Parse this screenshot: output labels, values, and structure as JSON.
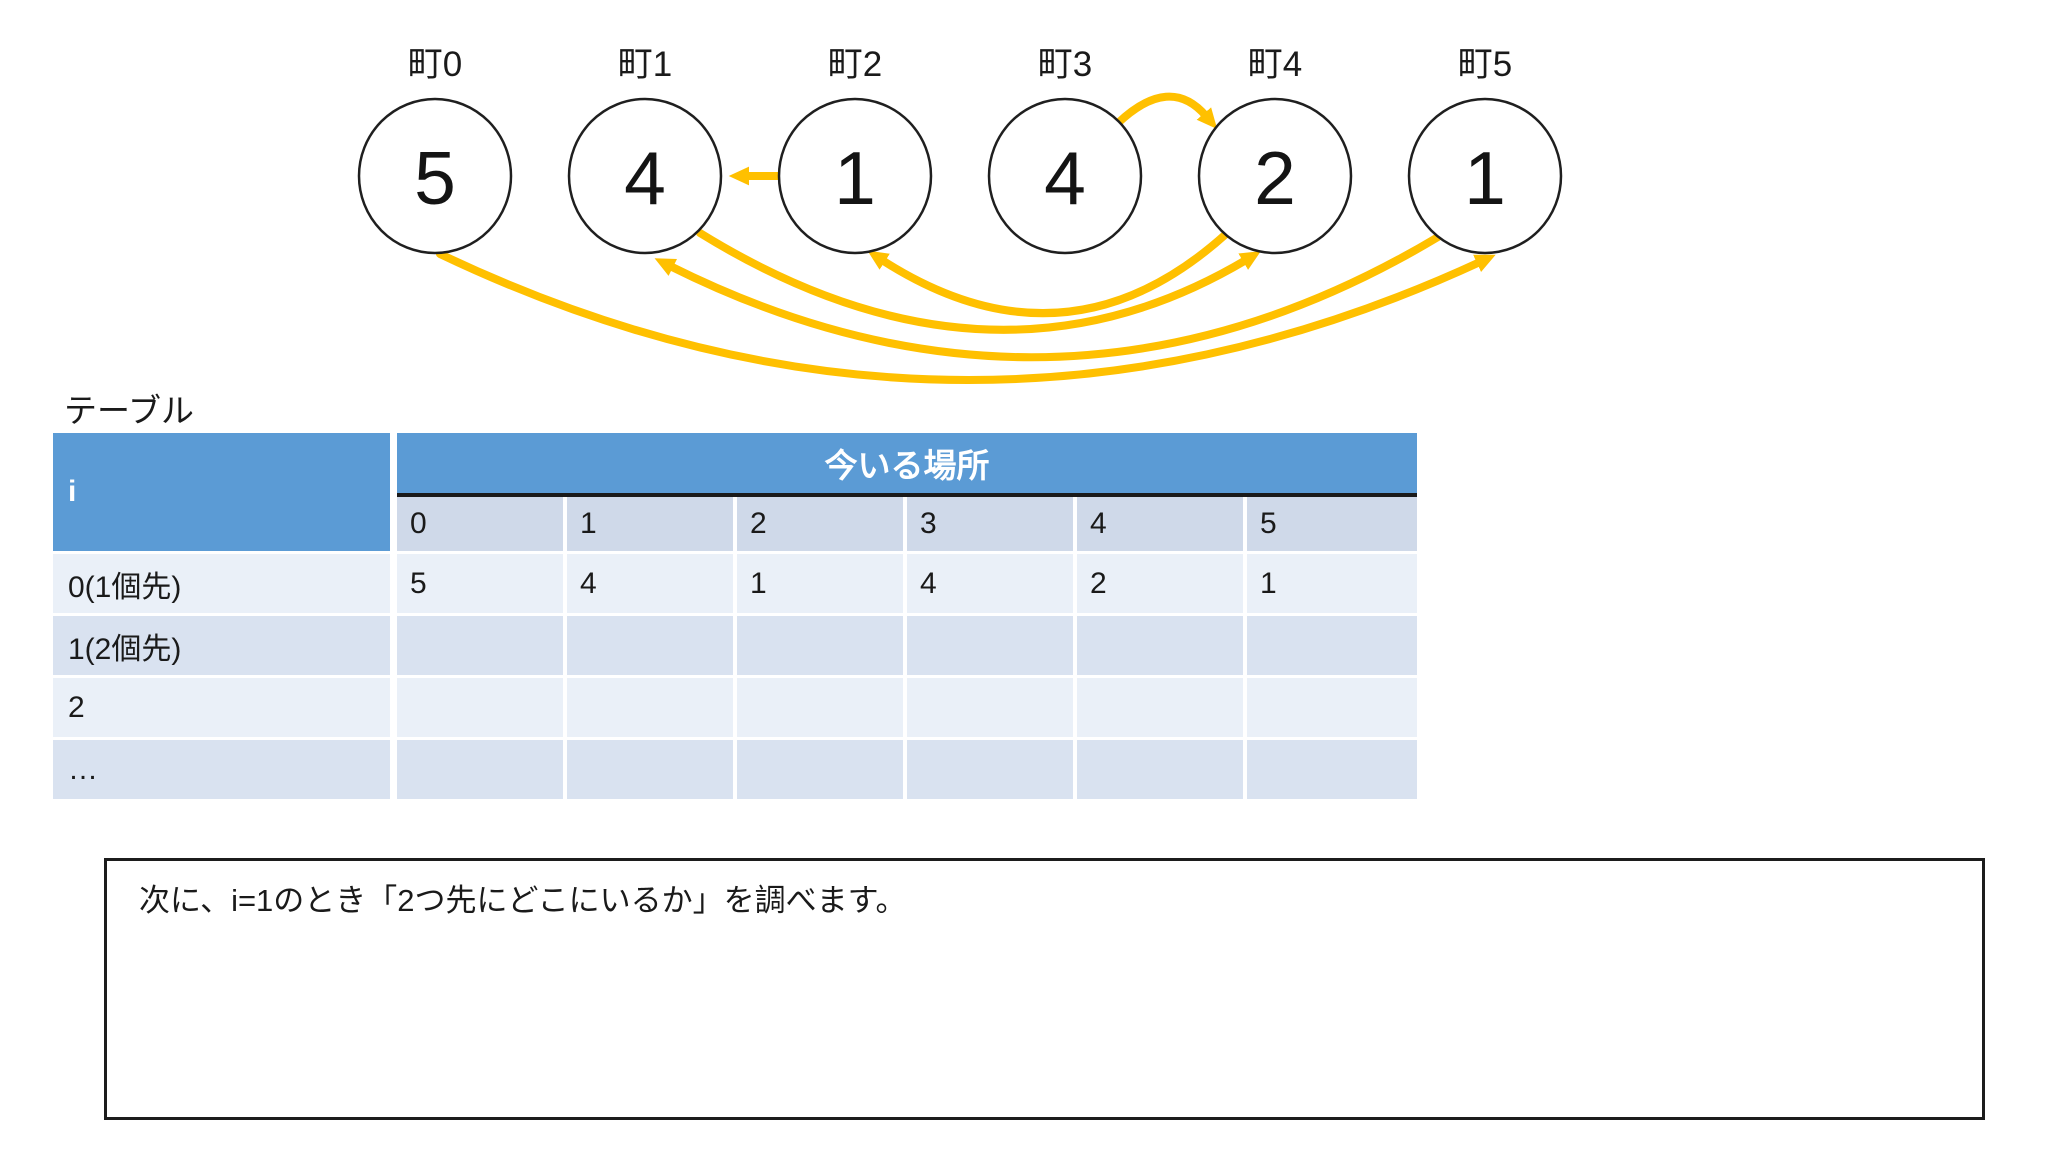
{
  "graph": {
    "towns": [
      {
        "name": "町0",
        "value": "5"
      },
      {
        "name": "町1",
        "value": "4"
      },
      {
        "name": "町2",
        "value": "1"
      },
      {
        "name": "町3",
        "value": "4"
      },
      {
        "name": "町4",
        "value": "2"
      },
      {
        "name": "町5",
        "value": "1"
      }
    ],
    "edges": [
      {
        "from": "町0",
        "to": "町5"
      },
      {
        "from": "町1",
        "to": "町4"
      },
      {
        "from": "町2",
        "to": "町1"
      },
      {
        "from": "町3",
        "to": "町4"
      },
      {
        "from": "町4",
        "to": "町2"
      },
      {
        "from": "町5",
        "to": "町1"
      }
    ],
    "arrow_color": "#FFC000"
  },
  "table": {
    "title": "テーブル",
    "corner_label": "i",
    "group_header": "今いる場所",
    "col_headers": [
      "0",
      "1",
      "2",
      "3",
      "4",
      "5"
    ],
    "rows": [
      {
        "label": "0(1個先)",
        "values": [
          "5",
          "4",
          "1",
          "4",
          "2",
          "1"
        ]
      },
      {
        "label": "1(2個先)",
        "values": [
          "",
          "",
          "",
          "",
          "",
          ""
        ]
      },
      {
        "label": "2",
        "values": [
          "",
          "",
          "",
          "",
          "",
          ""
        ]
      },
      {
        "label": "…",
        "values": [
          "",
          "",
          "",
          "",
          "",
          ""
        ]
      }
    ],
    "colors": {
      "header_blue": "#5B9BD5",
      "subheader_bg": "#CFD9E9",
      "band_light": "#EAF0F8",
      "band_dark": "#D9E2F0",
      "header_divider": "#1a1a1a"
    }
  },
  "note": {
    "text": "次に、i=1のとき「2つ先にどこにいるか」を調べます。"
  }
}
